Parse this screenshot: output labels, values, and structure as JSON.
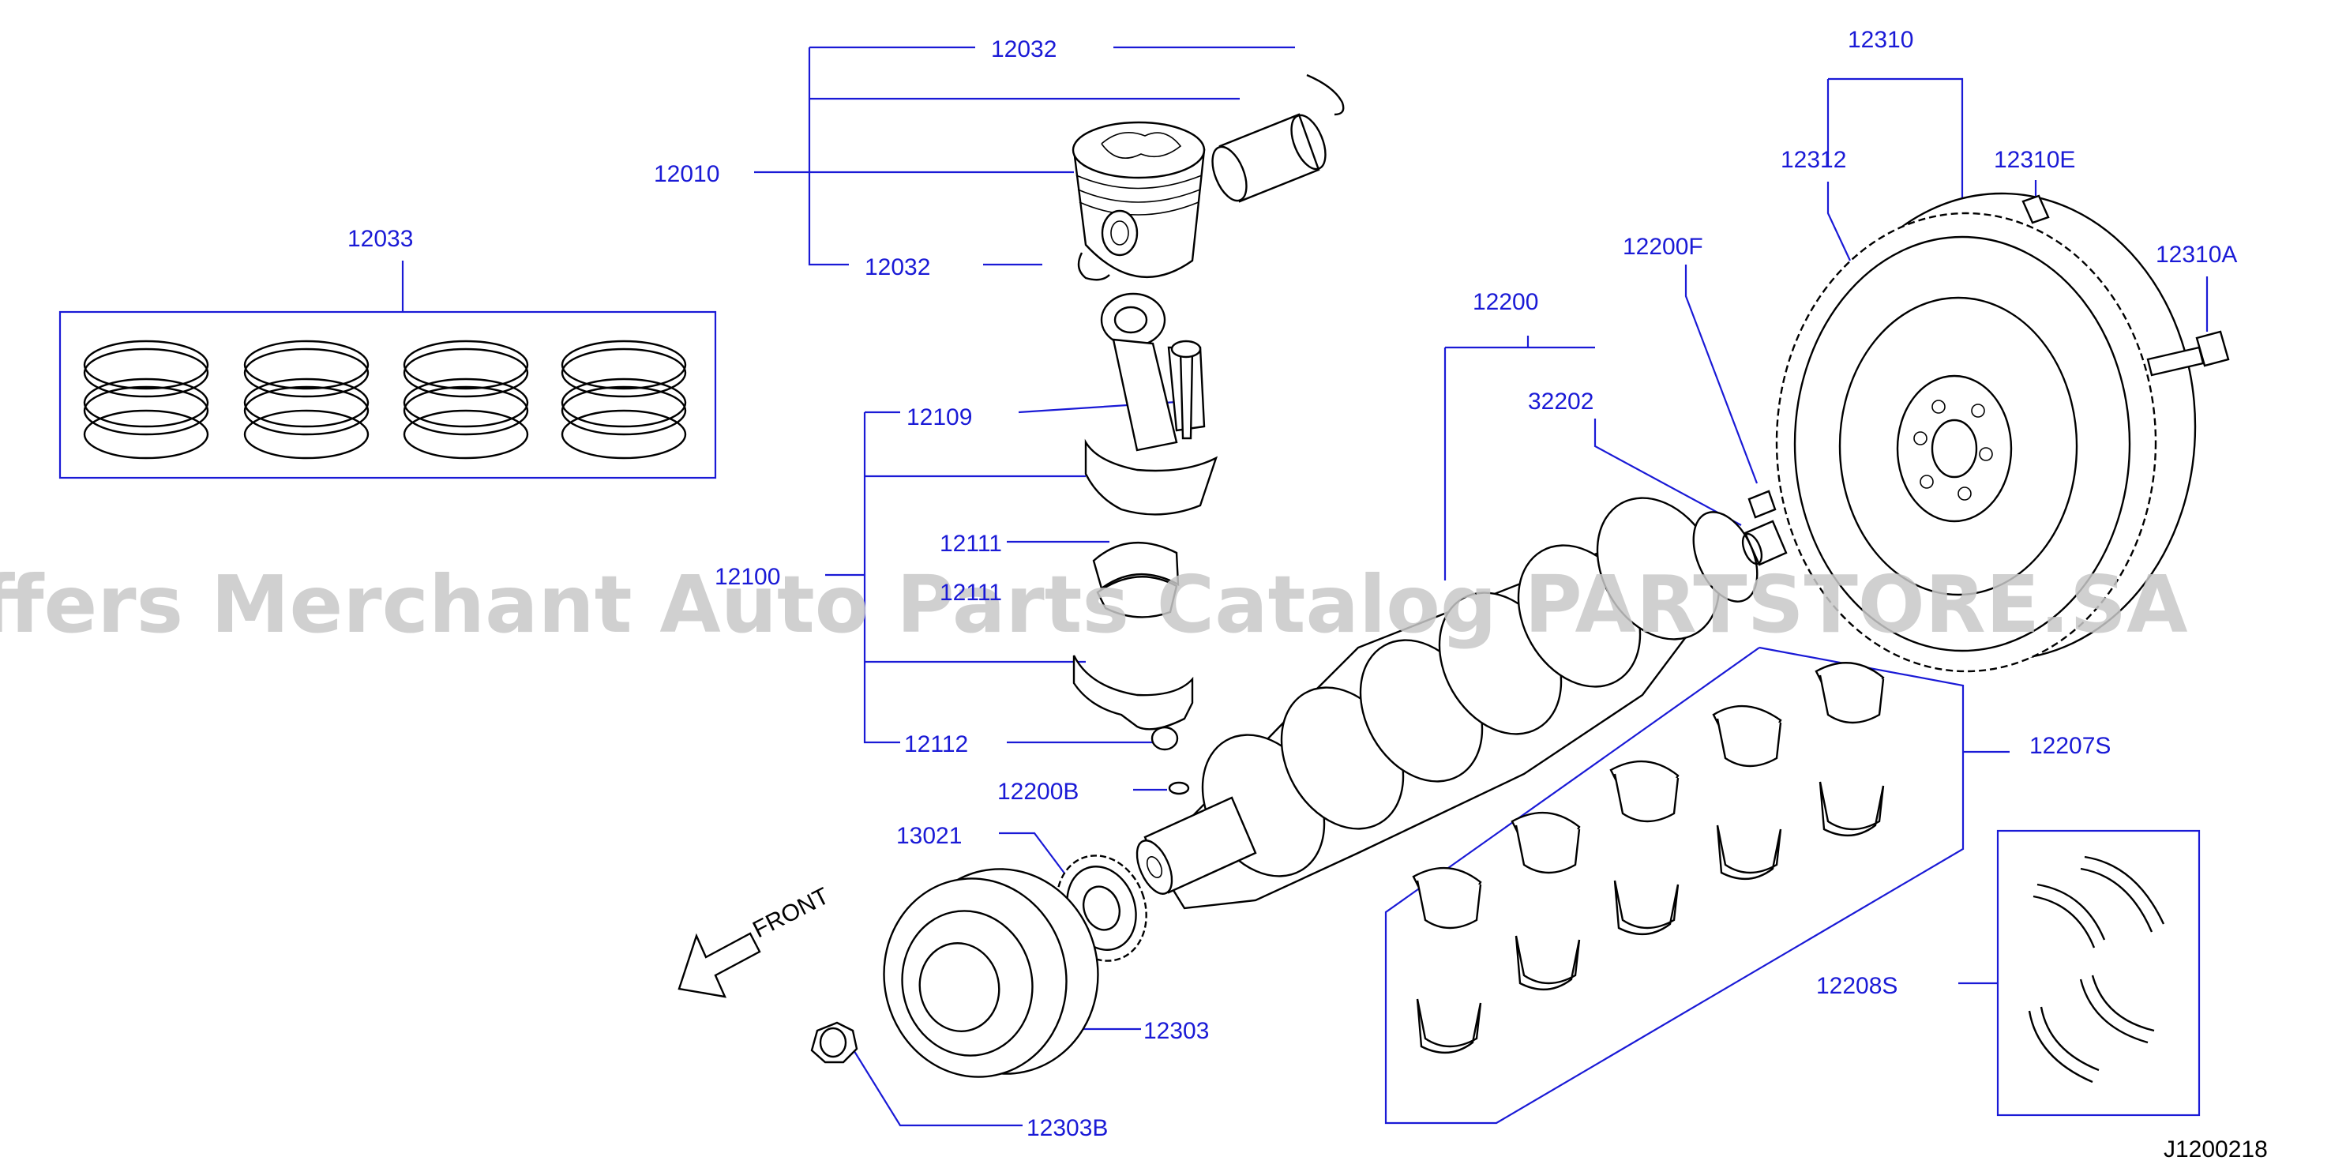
{
  "diagram": {
    "code": "J1200218",
    "watermark": "Offers Merchant Auto Parts Catalog PARTSTORE.SA",
    "front_label": "FRONT",
    "colors": {
      "label": "#1a1ad6",
      "line": "#000000",
      "watermark": "#c8c8c8",
      "background": "#ffffff"
    },
    "labels": {
      "p12032_top": "12032",
      "p12010": "12010",
      "p12032_bottom": "12032",
      "p12033": "12033",
      "p12109": "12109",
      "p12100": "12100",
      "p12111_a": "12111",
      "p12111_b": "12111",
      "p12112": "12112",
      "p12200B": "12200B",
      "p13021": "13021",
      "p12303": "12303",
      "p12303B": "12303B",
      "p12200F": "12200F",
      "p12200": "12200",
      "p32202": "32202",
      "p12310": "12310",
      "p12312": "12312",
      "p12310E": "12310E",
      "p12310A": "12310A",
      "p12207S": "12207S",
      "p12208S": "12208S"
    }
  }
}
